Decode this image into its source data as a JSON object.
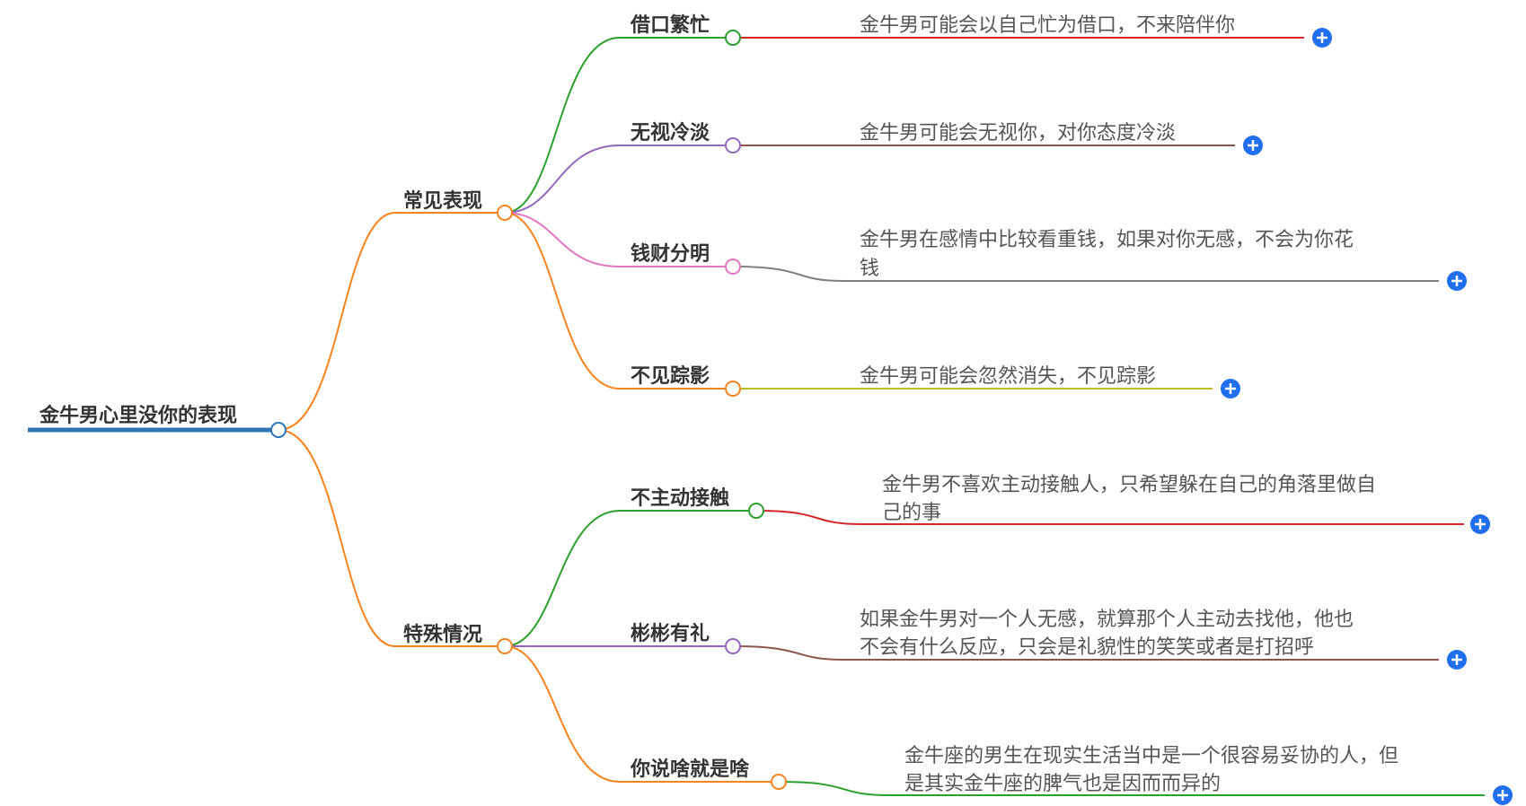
{
  "root": {
    "label": "金牛男心里没你的表现"
  },
  "branches": [
    {
      "label": "常见表现",
      "children": [
        {
          "label": "借口繁忙",
          "desc": [
            "金牛男可能会以自己忙为借口，不来陪伴你"
          ]
        },
        {
          "label": "无视冷淡",
          "desc": [
            "金牛男可能会无视你，对你态度冷淡"
          ]
        },
        {
          "label": "钱财分明",
          "desc": [
            "金牛男在感情中比较看重钱，如果对你无感，不会为你花",
            "钱"
          ]
        },
        {
          "label": "不见踪影",
          "desc": [
            "金牛男可能会忽然消失，不见踪影"
          ]
        }
      ]
    },
    {
      "label": "特殊情况",
      "children": [
        {
          "label": "不主动接触",
          "desc": [
            "金牛男不喜欢主动接触人，只希望躲在自己的角落里做自",
            "己的事"
          ]
        },
        {
          "label": "彬彬有礼",
          "desc": [
            "如果金牛男对一个人无感，就算那个人主动去找他，他也",
            "不会有什么反应，只会是礼貌性的笑笑或者是打招呼"
          ]
        },
        {
          "label": "你说啥就是啥",
          "desc": [
            "金牛座的男生在现实生活当中是一个很容易妥协的人，但",
            "是其实金牛座的脾气也是因而而异的"
          ]
        }
      ]
    }
  ],
  "colors": {
    "root": "#2e75b6",
    "branch": "#f7841f",
    "expand": "#1f6ff0"
  }
}
